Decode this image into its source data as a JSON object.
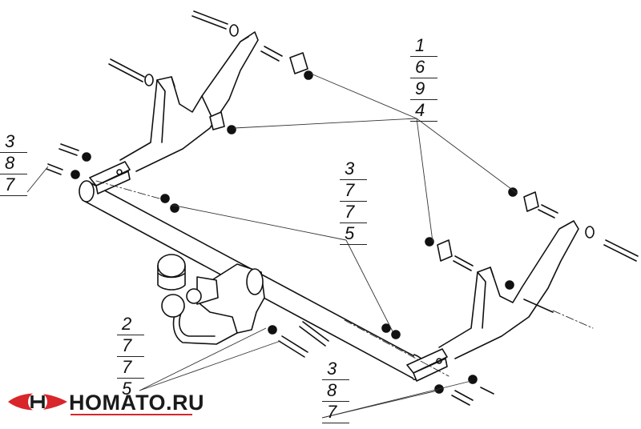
{
  "callouts": {
    "top_right": [
      "1",
      "6",
      "9",
      "4"
    ],
    "left": [
      "3",
      "8",
      "7"
    ],
    "center": [
      "3",
      "7",
      "7",
      "5"
    ],
    "bottom_left": [
      "2",
      "7",
      "7",
      "5"
    ],
    "bottom_center": [
      "3",
      "8",
      "7"
    ]
  },
  "brand": {
    "name": "НОМАТО.RU",
    "colors": {
      "red": "#d8262b",
      "dark": "#1a1a1a"
    }
  },
  "colors": {
    "line": "#111111",
    "background": "#ffffff"
  }
}
